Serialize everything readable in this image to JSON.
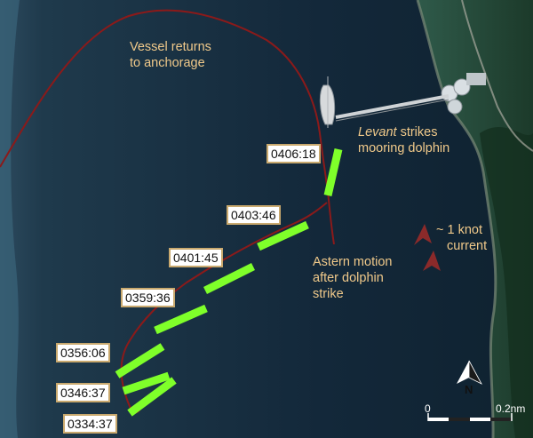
{
  "annotations": {
    "anchorage_line1": "Vessel returns",
    "anchorage_line2": "to anchorage",
    "strike_name": "Levant",
    "strike_rest": " strikes",
    "strike_line2": "mooring dolphin",
    "astern_line1": "Astern motion",
    "astern_line2": "after dolphin",
    "astern_line3": "strike",
    "current_line1": "~ 1 knot",
    "current_line2": "current"
  },
  "time_labels": {
    "t0334": "0334:37",
    "t0346": "0346:37",
    "t0356": "0356:06",
    "t0359": "0359:36",
    "t0401": "0401:45",
    "t0403": "0403:46",
    "t0406": "0406:18"
  },
  "scale": {
    "start": "0",
    "end": "0.2nm"
  },
  "north": "N",
  "colors": {
    "track": "#8b1a1a",
    "position": "#7fff2a",
    "label_border": "#c9a96e",
    "annotation_text": "#f0c98a",
    "current_arrow": "#8b2a2a"
  }
}
